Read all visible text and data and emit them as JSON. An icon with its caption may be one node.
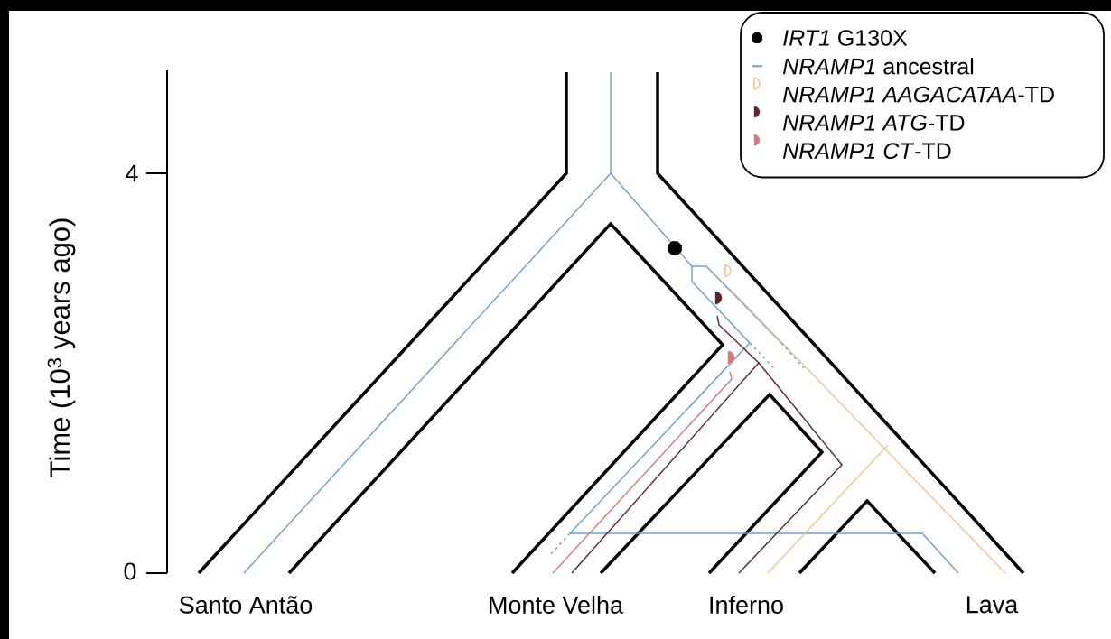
{
  "diagram": {
    "labels": [
      "Time (10$^{3}$ years ago)",
      "4",
      "0",
      "Santo Antão",
      "Monte Velha",
      "Inferno",
      "Lava"
    ],
    "legend": [
      {
        "text": "*IRT1* G130X"
      },
      {
        "text": "*NRAMP1* ancestral"
      },
      {
        "text": "*NRAMP1 AAGACATAA*-TD"
      },
      {
        "text": "*NRAMP1 ATG*-TD"
      },
      {
        "text": "*NRAMP1 CT*-TD"
      }
    ]
  }
}
